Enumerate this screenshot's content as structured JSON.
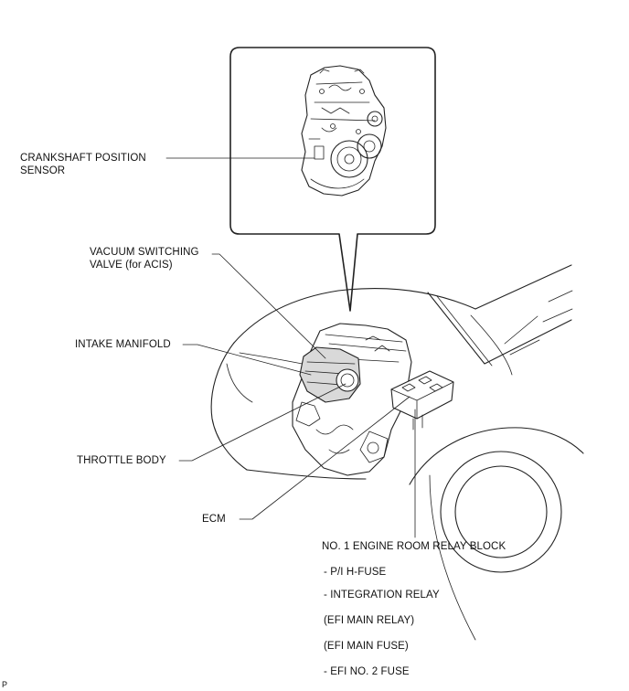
{
  "labels": {
    "crankshaft_position_sensor": [
      "CRANKSHAFT POSITION",
      "SENSOR"
    ],
    "vacuum_switching_valve": [
      "VACUUM SWITCHING",
      "VALVE (for ACIS)"
    ],
    "intake_manifold": "INTAKE MANIFOLD",
    "throttle_body": "THROTTLE BODY",
    "ecm": "ECM",
    "relay_block": {
      "title": "NO. 1 ENGINE ROOM RELAY BLOCK",
      "items": [
        "- P/I H-FUSE",
        "- INTEGRATION RELAY",
        " (EFI MAIN RELAY)",
        " (EFI MAIN FUSE)",
        "- EFI NO. 2 FUSE"
      ]
    },
    "corner_mark": "P"
  }
}
